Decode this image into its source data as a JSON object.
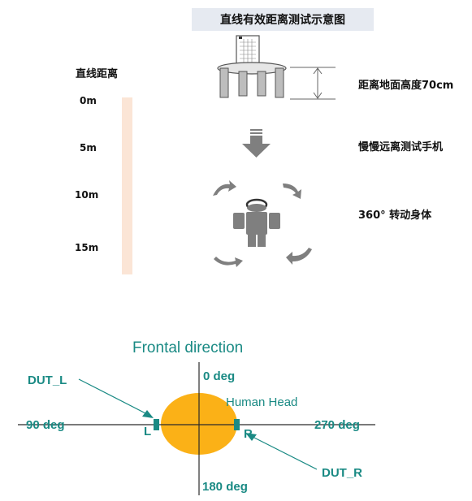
{
  "top_diagram": {
    "title": "直线有效距离测试示意图",
    "distance_header": "直线距离",
    "distance_marks": [
      "0m",
      "5m",
      "10m",
      "15m"
    ],
    "height_label": "距离地面高度70cm",
    "move_label": "慢慢远离测试手机",
    "rotate_label": "360°  转动身体"
  },
  "bottom_diagram": {
    "frontal_direction": "Frontal direction",
    "deg_0": "0 deg",
    "deg_90": "90 deg",
    "deg_180": "180 deg",
    "deg_270": "270 deg",
    "human_head": "Human Head",
    "dut_l": "DUT_L",
    "dut_r": "DUT_R",
    "left_marker": "L",
    "right_marker": "R",
    "colors": {
      "teal": "#1a8a84",
      "head": "#fbb117",
      "bar": "#fbe5d6",
      "arrow_gray": "#7f7f7f"
    }
  }
}
